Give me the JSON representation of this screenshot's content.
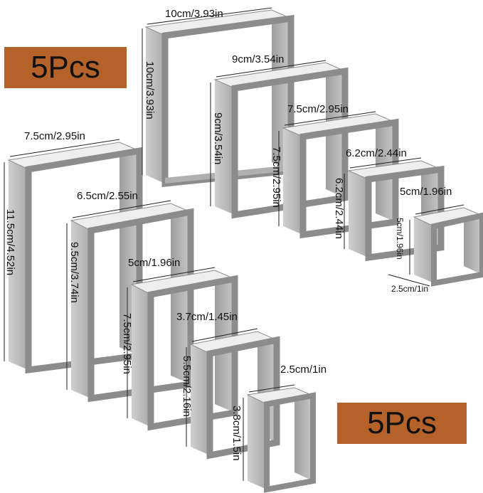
{
  "badges": {
    "top_left": "5Pcs",
    "bottom_right": "5Pcs"
  },
  "colors": {
    "badge": "#b4612a",
    "metal_light": "#d9d9d9",
    "metal_mid": "#b3b3b3",
    "metal_dark": "#8a8a8a"
  },
  "square_set": [
    {
      "width": "10cm/3.93in",
      "height": "10cm/3.93in"
    },
    {
      "width": "9cm/3.54in",
      "height": "9cm/3.54in"
    },
    {
      "width": "7.5cm/2.95in",
      "height": "7.5cm/2.95in"
    },
    {
      "width": "6.2cm/2.44in",
      "height": "6.2cm/2.44in"
    },
    {
      "width": "5cm/1.96in",
      "height": "5cm/1.96in",
      "depth": "2.5cm/1in"
    }
  ],
  "rectangle_set": [
    {
      "width": "7.5cm/2.95in",
      "height": "11.5cm/4.52in"
    },
    {
      "width": "6.5cm/2.55in",
      "height": "9.5cm/3.74in"
    },
    {
      "width": "5cm/1.96in",
      "height": "7.5cm/2.95in"
    },
    {
      "width": "3.7cm/1.45in",
      "height": "5.5cm/2.16in"
    },
    {
      "width": "2.5cm/1in",
      "height": "3.8cm/1.5in"
    }
  ]
}
